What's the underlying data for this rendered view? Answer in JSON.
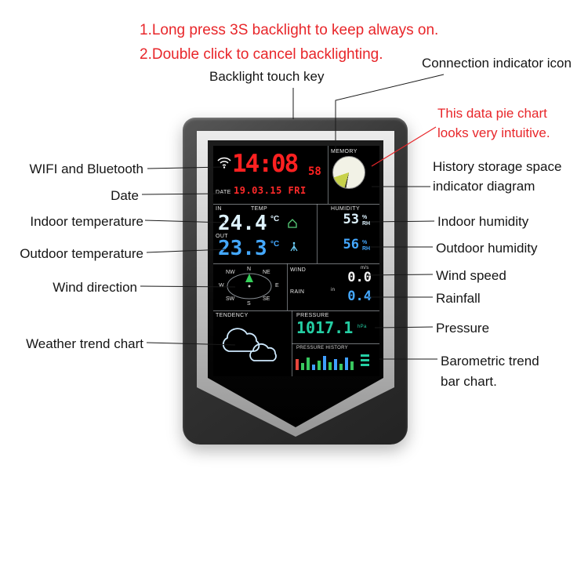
{
  "annotations": {
    "instructions": [
      "1.Long press 3S backlight to keep always on.",
      "2.Double click to cancel backlighting."
    ],
    "backlight_label": "Backlight touch key",
    "connection_label": "Connection indicator icon",
    "pie_note": [
      "This data pie chart",
      "looks very intuitive."
    ],
    "left_labels": [
      "WIFI and Bluetooth",
      "Date",
      "Indoor temperature",
      "Outdoor temperature",
      "Wind direction",
      "Weather trend chart"
    ],
    "right_labels": [
      "History storage space indicator diagram",
      "Indoor humidity",
      "Outdoor humidity",
      "Wind speed",
      "Rainfall",
      "Pressure",
      "Barometric trend bar chart."
    ],
    "colors": {
      "annotation_red": "#e8262a",
      "annotation_black": "#151515"
    }
  },
  "device": {
    "screen": {
      "memory_label": "MEMORY",
      "time": "14:08",
      "seconds": "58",
      "date_label": "DATE",
      "date_value": "19.03.15 FRI",
      "in_label": "IN",
      "out_label": "OUT",
      "temp_header": "TEMP",
      "humidity_header": "HUMIDITY",
      "indoor_temp": "24.4",
      "outdoor_temp": "23.3",
      "temp_unit": "°C",
      "indoor_humidity": "53",
      "outdoor_humidity": "56",
      "humidity_unit_pct": "%",
      "humidity_unit_rh": "RH",
      "compass": [
        "N",
        "NE",
        "E",
        "SE",
        "S",
        "SW",
        "W",
        "NW"
      ],
      "wind_label": "WIND",
      "wind_unit": "m/s",
      "wind_speed": "0.0",
      "rain_label": "RAIN",
      "rain_unit": "in",
      "rainfall": "0.4",
      "tendency_label": "TENDENCY",
      "pressure_label": "PRESSURE",
      "pressure_value": "1017.1",
      "pressure_unit": "hPa",
      "pressure_history_label": "PRESSURE HISTORY",
      "history_bars": [
        {
          "v": 14,
          "color": "#e8463c"
        },
        {
          "v": 9,
          "color": "#39c85f"
        },
        {
          "v": 16,
          "color": "#39c85f"
        },
        {
          "v": 7,
          "color": "#3f9fff"
        },
        {
          "v": 12,
          "color": "#39c85f"
        },
        {
          "v": 18,
          "color": "#3f9fff"
        },
        {
          "v": 10,
          "color": "#39c85f"
        },
        {
          "v": 14,
          "color": "#3f9fff"
        },
        {
          "v": 8,
          "color": "#39c85f"
        },
        {
          "v": 16,
          "color": "#3f9fff"
        },
        {
          "v": 11,
          "color": "#39c85f"
        }
      ],
      "colors": {
        "time_red": "#ff2121",
        "indoor_cyan": "#def3ff",
        "outdoor_blue": "#44a8ff",
        "pressure_teal": "#25cfa4",
        "compass_green": "#35d05a"
      }
    }
  }
}
